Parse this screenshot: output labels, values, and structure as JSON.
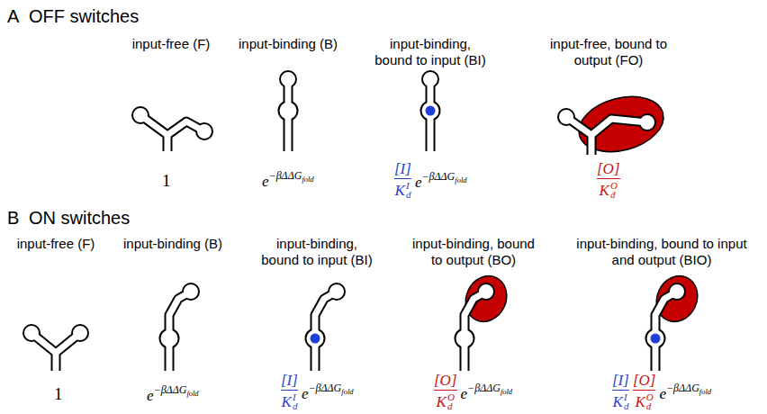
{
  "diagram": {
    "labels": [
      "A",
      "OFF switches",
      "input-free (F)",
      "input-binding (B)",
      "input-binding, bound to input (BI)",
      "input-free, bound to output (FO)",
      "1",
      "e",
      "−βΔΔG",
      "fold",
      "[I]",
      "K",
      "d",
      "I",
      "e",
      "−βΔΔG",
      "fold",
      "[O]",
      "K",
      "d",
      "O",
      "B",
      "ON switches",
      "input-free (F)",
      "input-binding (B)",
      "input-binding, bound to input (BI)",
      "input-binding, bound to output (BO)",
      "input-binding, bound to input and output (BIO)",
      "1",
      "e",
      "−βΔΔG",
      "fold",
      "[I]",
      "K",
      "d",
      "I",
      "e",
      "−βΔΔG",
      "fold",
      "[O]",
      "K",
      "d",
      "O",
      "e",
      "−βΔΔG",
      "fold",
      "[I]",
      "K",
      "d",
      "I",
      "[O]",
      "K",
      "d",
      "O",
      "e",
      "−βΔΔG",
      "fold"
    ]
  }
}
